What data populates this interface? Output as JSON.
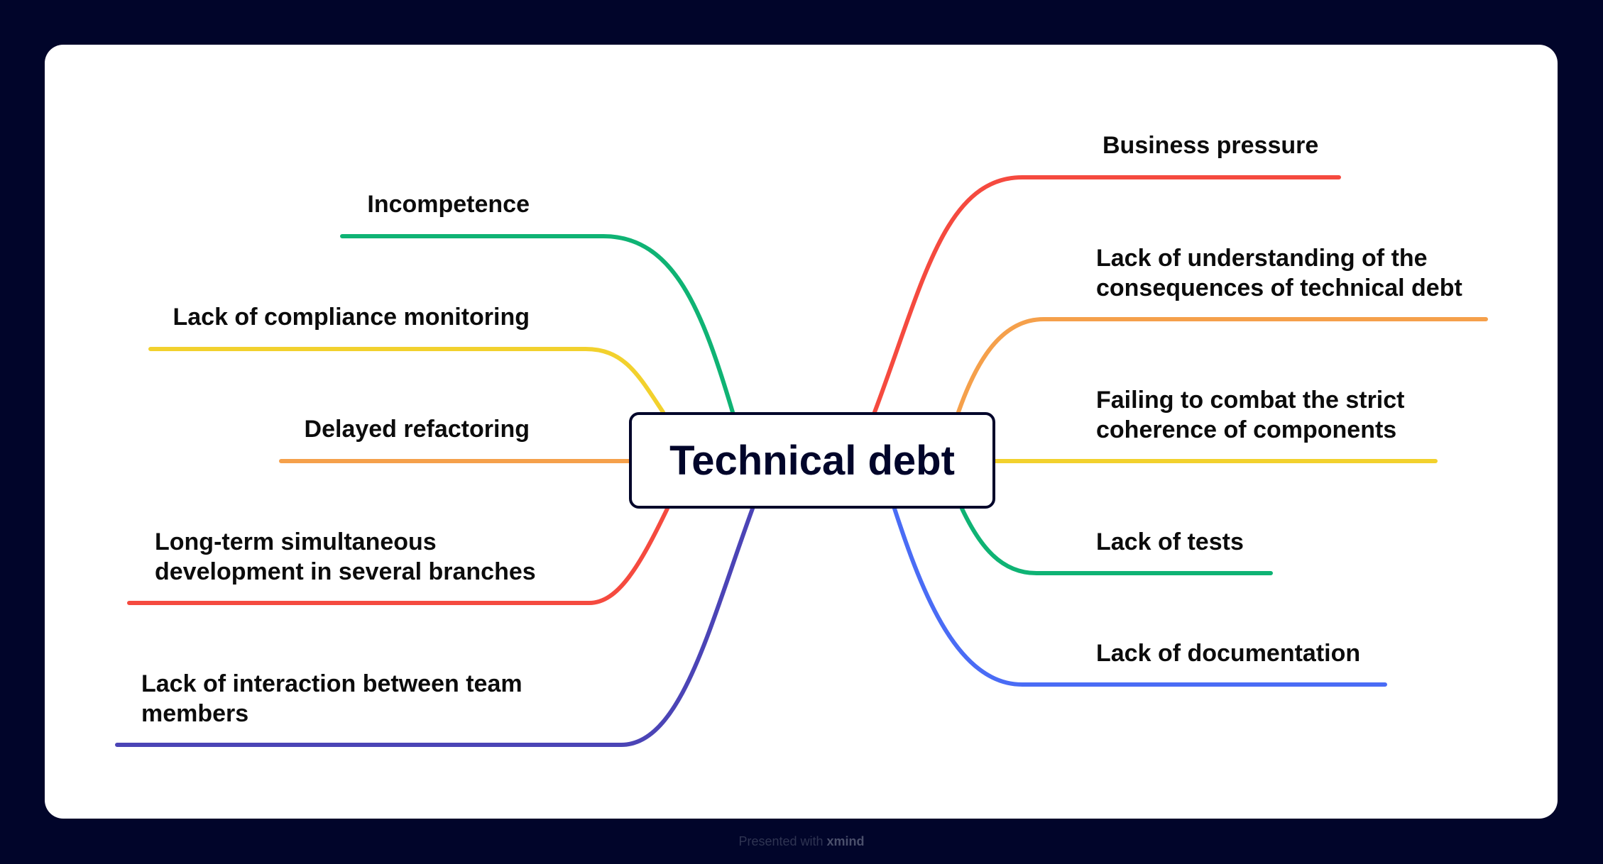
{
  "central_topic": "Technical debt",
  "left_branches": [
    {
      "label": "Incompetence",
      "color": "#0fb374"
    },
    {
      "label": "Lack of compliance monitoring",
      "color": "#f2d12d"
    },
    {
      "label": "Delayed refactoring",
      "color": "#f5a04b"
    },
    {
      "label": "Long-term simultaneous\ndevelopment in several branches",
      "color": "#f54a3f"
    },
    {
      "label": "Lack of interaction between team\nmembers",
      "color": "#4b44b6"
    }
  ],
  "right_branches": [
    {
      "label": "Business pressure",
      "color": "#f54a3f"
    },
    {
      "label": "Lack of understanding of the\nconsequences of technical debt",
      "color": "#f5a04b"
    },
    {
      "label": "Failing to combat the strict\ncoherence of components",
      "color": "#f2d12d"
    },
    {
      "label": "Lack of tests",
      "color": "#0fb374"
    },
    {
      "label": "Lack of documentation",
      "color": "#4a6cf5"
    }
  ],
  "footer": {
    "prefix": "Presented with",
    "brand": "xmind"
  }
}
